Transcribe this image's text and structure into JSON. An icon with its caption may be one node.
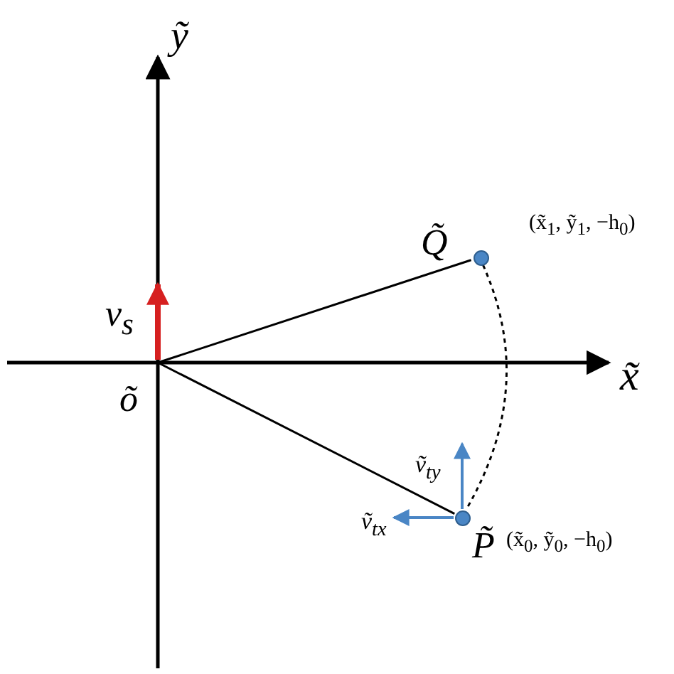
{
  "diagram": {
    "nodes": [
      {
        "text": [
          "õ"
        ]
      },
      {
        "text": [
          "Q̃"
        ],
        "beside": [
          "(x̃$_{1}$, ỹ$_{1}$, −h$_{0}$)"
        ]
      },
      {
        "text": [
          "P̃"
        ],
        "beside": [
          "(x̃$_{0}$, ỹ$_{0}$, −h$_{0}$)"
        ]
      }
    ],
    "edges": [
      {
        "from": 0,
        "to": 1,
        "arrow": "none"
      },
      {
        "from": 0,
        "to": 2,
        "arrow": "none"
      },
      {
        "from": 1,
        "to": 2,
        "arrow": "none",
        "style": "dashed"
      }
    ],
    "labels": [
      "ỹ",
      "x̃",
      "v$_{s}$",
      "ṽ$_{ty}$",
      "ṽ$_{tx}$"
    ]
  }
}
